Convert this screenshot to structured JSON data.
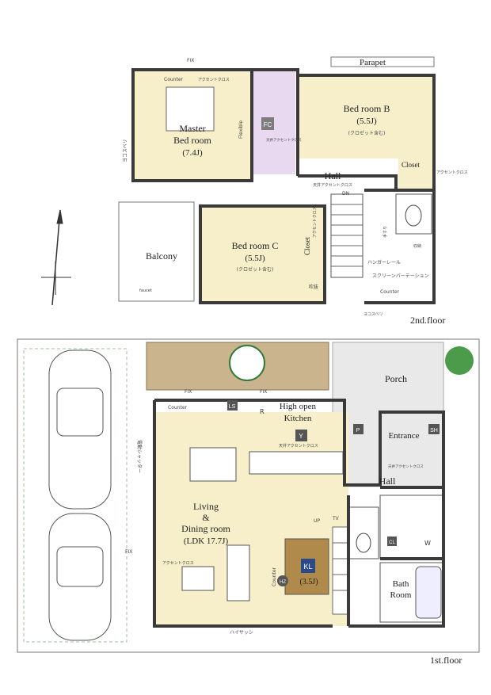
{
  "floors": {
    "second_label": "2nd.floor",
    "first_label": "1st.floor"
  },
  "second_floor": {
    "parapet": "Parapet",
    "fix_top": "FIX",
    "counter_top": "Counter",
    "accent_cross_1": "アクセントクロス",
    "master_bedroom": [
      "Master",
      "Bed room",
      "(7.4J)"
    ],
    "flexible": "Flexible",
    "fc": "FC",
    "fc_note": "天井アクセントクロス",
    "yoko_suberi_left": "ヨコスベリ",
    "bedroom_b": [
      "Bed room B",
      "(5.5J)",
      "(クロゼット含む)"
    ],
    "closet_b": "Closet",
    "accent_cross_b": "アクセントクロス",
    "hall": "Hall",
    "hall_note": "天井アクセントクロス",
    "dn": "DN",
    "balcony": "Balcony",
    "faucet": "faucet",
    "bedroom_c": [
      "Bed room C",
      "(5.5J)",
      "(クロゼット含む)"
    ],
    "closet_c": "Closet",
    "accent_cross_c": "アクセントクロス",
    "storage_small": "収納",
    "hanger_rail": "ハンガーレール",
    "screen_partition": "スクリーンパーテーション",
    "counter_hall": "Counter",
    "yoko_suberi_bottom": "ヨコスベリ",
    "tesuri": "手すり",
    "nose": "吹抜"
  },
  "first_floor": {
    "porch": "Porch",
    "fix_1": "FIX",
    "fix_2": "FIX",
    "counter_top": "Counter",
    "ls": "LS",
    "r": "R",
    "kitchen": [
      "High open",
      "Kitchen"
    ],
    "y": "Y",
    "p": "P",
    "entrance": "Entrance",
    "sh": "SH",
    "hall": "Hall",
    "shoe_accent": "天井アクセントクロス",
    "ldk": [
      "Living",
      "&",
      "Dining room",
      "(LDK 17.7J)"
    ],
    "kl": "KL",
    "kl_size": "(3.5J)",
    "counter_ldk": "Counter",
    "hz": "HZ",
    "tv": "TV",
    "up": "UP",
    "cl": "CL",
    "w": "W",
    "bath": [
      "Bath",
      "Room"
    ],
    "fix_side": "FIX",
    "shutter": "電動シャッター",
    "highsash": "ハイサッシ",
    "accent_cross_l": "アクセントクロス",
    "ceiling_accent": "天井アクセントクロス"
  },
  "colors": {
    "wall": "#3a3a3a",
    "wood_floor": "#f6efc9",
    "accent": "#e8d9f0",
    "tile": "#e9e9e9",
    "deck": "#c9b48e",
    "accent_line": "#d0334a",
    "kl_floor": "#b08a4a",
    "ceiling_blue": "#3d8cc7"
  }
}
